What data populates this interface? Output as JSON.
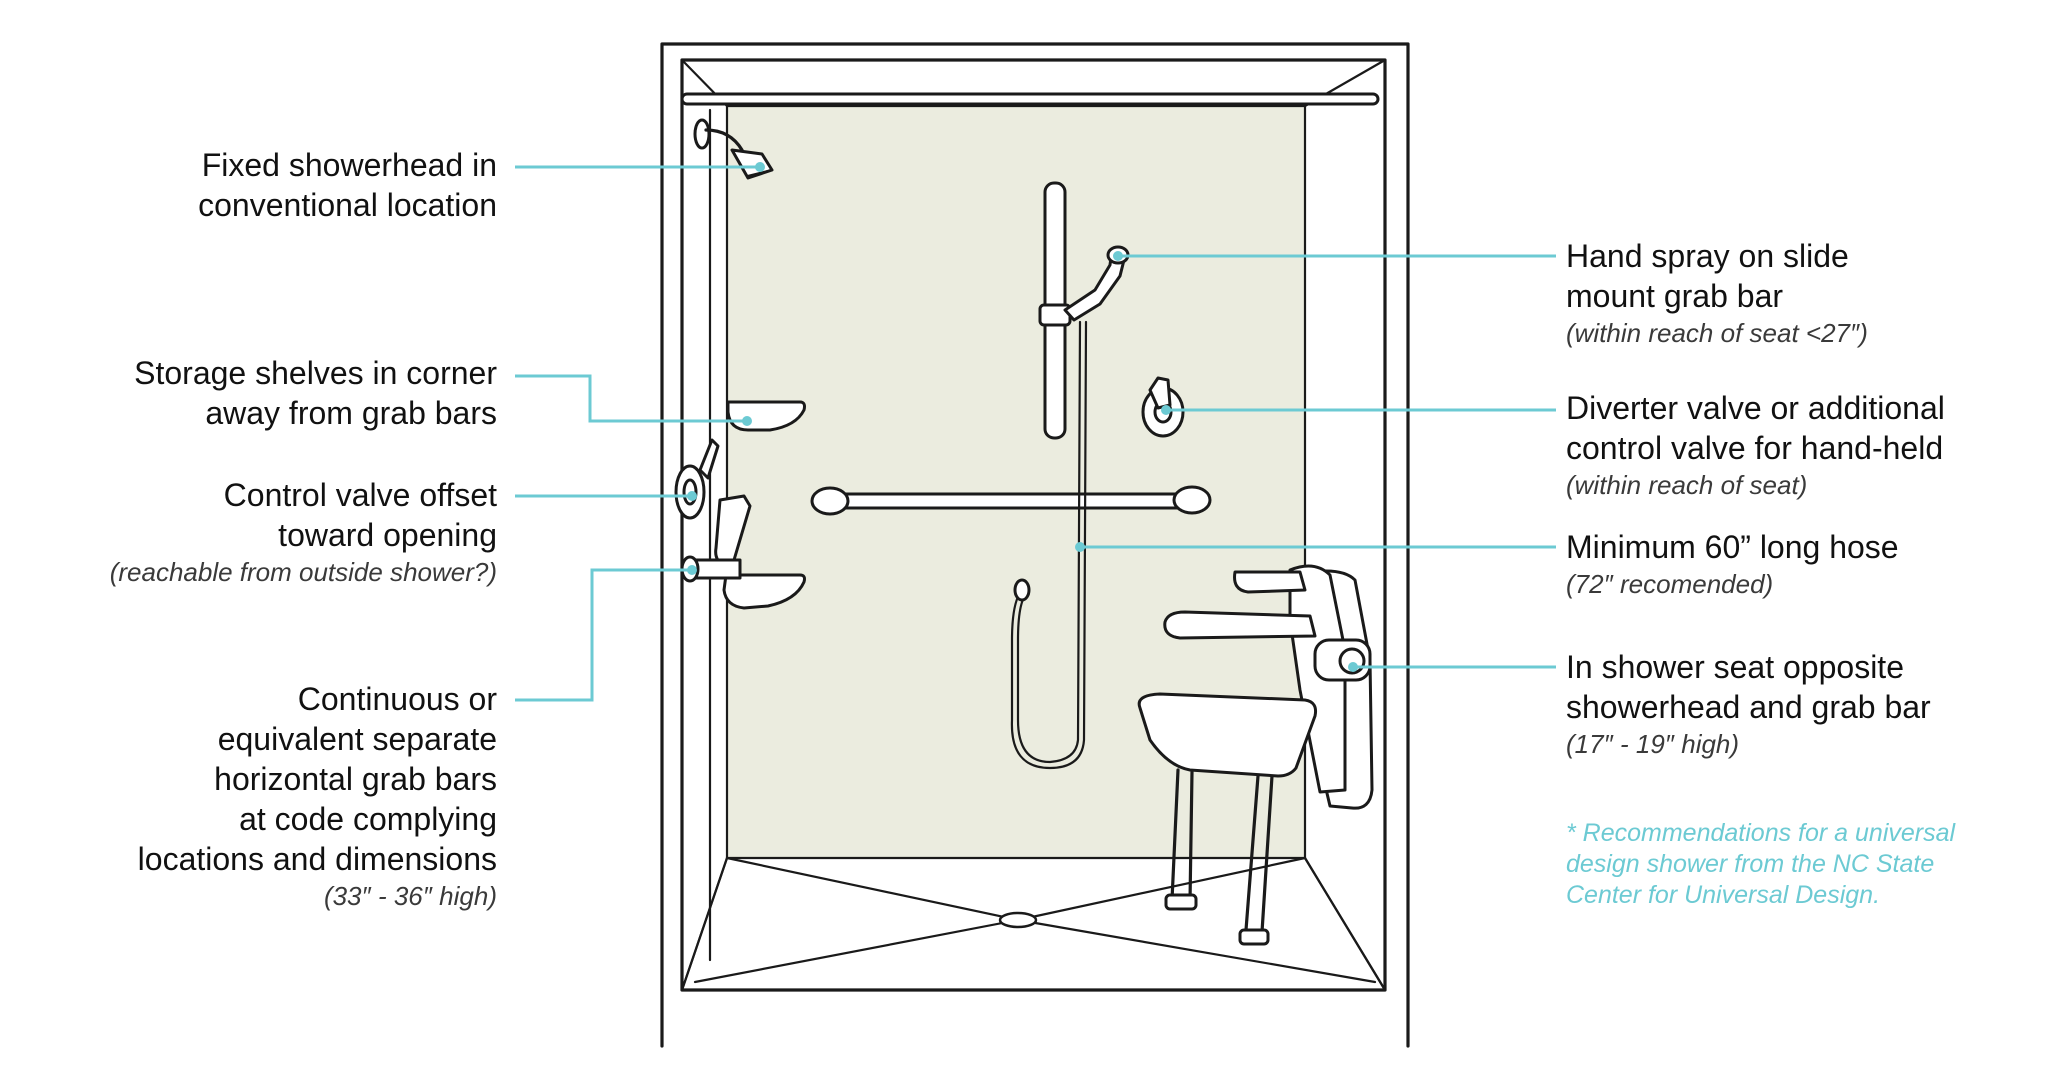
{
  "labels": {
    "showerhead": {
      "line1": "Fixed showerhead in",
      "line2": "conventional location"
    },
    "storage": {
      "line1": "Storage shelves in corner",
      "line2": "away from grab bars"
    },
    "control_valve": {
      "line1": "Control valve offset",
      "line2": "toward opening",
      "note": "(reachable from outside shower?)"
    },
    "grab_bars": {
      "line1": "Continuous or",
      "line2": "equivalent separate",
      "line3": "horizontal grab bars",
      "line4": "at code complying",
      "line5": "locations and dimensions",
      "note": "(33″ - 36″ high)"
    },
    "hand_spray": {
      "line1": "Hand spray on slide",
      "line2": "mount grab bar",
      "note": "(within reach of seat <27″)"
    },
    "diverter": {
      "line1": "Diverter valve or additional",
      "line2": "control valve for hand-held",
      "note": "(within reach of seat)"
    },
    "hose": {
      "line1": "Minimum 60” long hose",
      "note": "(72″ recomended)"
    },
    "seat": {
      "line1": "In shower seat opposite",
      "line2": "showerhead and grab bar",
      "note": "(17″ - 19″ high)"
    }
  },
  "footnote": {
    "line1": "* Recommendations for a universal",
    "line2": "design shower from the NC State",
    "line3": "Center for Universal Design."
  },
  "colors": {
    "leader": "#6ccad3",
    "back_wall": "#ebecdf",
    "ink": "#1a1a1a"
  }
}
